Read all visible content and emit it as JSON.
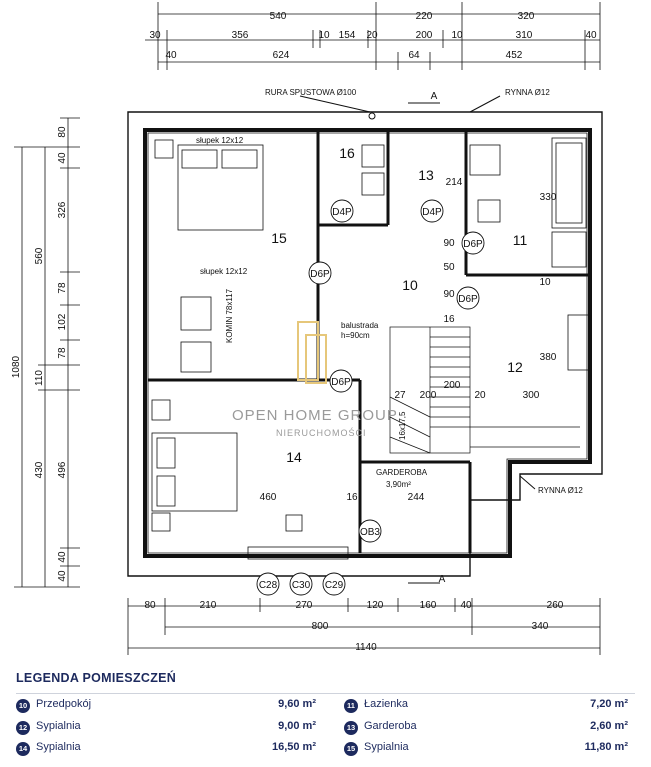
{
  "plan": {
    "dims_top_row1": [
      "540",
      "220",
      "320"
    ],
    "dims_top_row2": [
      "30",
      "356",
      "10",
      "154",
      "20",
      "200",
      "10",
      "310",
      "40"
    ],
    "dims_top_row3": [
      "40",
      "624",
      "64",
      "452"
    ],
    "dims_left_outer": "1080",
    "dims_left_col1": [
      "560",
      "110",
      "430"
    ],
    "dims_left_col2": [
      "80",
      "40",
      "326",
      "78",
      "102",
      "78",
      "496",
      "40",
      "40"
    ],
    "dims_bottom_row1": [
      "80",
      "210",
      "270",
      "120",
      "160",
      "40",
      "260"
    ],
    "dims_bottom_row2": [
      "800",
      "340"
    ],
    "dims_bottom_row3": "1140",
    "section_marker": "A",
    "downpipe_label": "RURA SPUSTOWA Ø100",
    "gutter_label": "RYNNA Ø12",
    "post_label": "słupek 12x12",
    "chimney_label": "KOMIN 78x117",
    "balustrade_label": "balustrada",
    "balustrade_height": "h=90cm",
    "wardrobe_label": "GARDEROBA",
    "wardrobe_area": "3,90m²",
    "stairs_label": "16x17,5",
    "rooms": [
      "10",
      "11",
      "12",
      "13",
      "14",
      "15",
      "16"
    ],
    "doors": [
      "D4P",
      "D4P",
      "D6P",
      "D6P",
      "D6P",
      "D6P",
      "OB3"
    ],
    "windows": [
      "C28",
      "C30",
      "C29"
    ],
    "inner_dims": [
      "214",
      "330",
      "90",
      "50",
      "90",
      "10",
      "16",
      "380",
      "300",
      "20",
      "200",
      "200",
      "27",
      "460",
      "16",
      "244"
    ],
    "watermark_name": "OPEN HOME GROUP",
    "watermark_sub": "NIERUCHOMOŚCI"
  },
  "legend": {
    "title": "LEGENDA POMIESZCZEŃ",
    "items": [
      {
        "num": "10",
        "name": "Przedpokój",
        "area": "9,60 m²"
      },
      {
        "num": "11",
        "name": "Łazienka",
        "area": "7,20 m²"
      },
      {
        "num": "12",
        "name": "Sypialnia",
        "area": "9,00 m²"
      },
      {
        "num": "13",
        "name": "Garderoba",
        "area": "2,60 m²"
      },
      {
        "num": "14",
        "name": "Sypialnia",
        "area": "16,50 m²"
      },
      {
        "num": "15",
        "name": "Sypialnia",
        "area": "11,80 m²"
      }
    ]
  }
}
